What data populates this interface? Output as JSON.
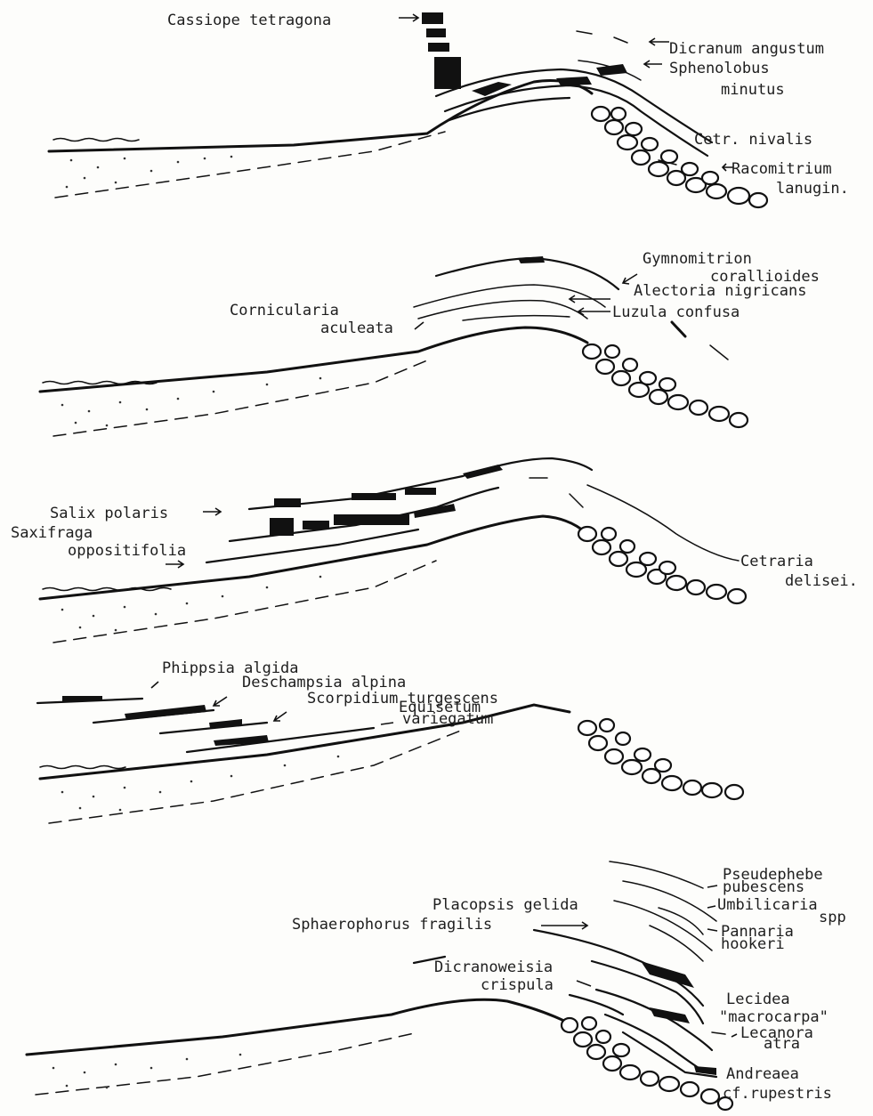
{
  "profiles": [
    {
      "id": "profile-1",
      "labels": [
        "Cassiope tetragona",
        "Dicranum angustum",
        "Sphenolobus",
        "minutus",
        "Cetr. nivalis",
        "Racomitrium",
        "lanugin."
      ]
    },
    {
      "id": "profile-2",
      "labels": [
        "Gymnomitrion",
        "corallioides",
        "Alectoria nigricans",
        "Cornicularia",
        "aculeata",
        "Luzula confusa"
      ]
    },
    {
      "id": "profile-3",
      "labels": [
        "Salix polaris",
        "Saxifraga",
        "oppositifolia",
        "Cetraria",
        "delisei."
      ]
    },
    {
      "id": "profile-4",
      "labels": [
        "Phippsia algida",
        "Deschampsia alpina",
        "Scorpidium turgescens",
        "Equisetum",
        "variegatum"
      ]
    },
    {
      "id": "profile-5",
      "labels": [
        "Pseudephebe",
        "pubescens",
        "Umbilicaria",
        "spp",
        "Placopsis gelida",
        "Sphaerophorus fragilis",
        "Pannaria",
        "hookeri",
        "Dicranoweisia",
        "crispula",
        "Lecidea",
        "\"macrocarpa\"",
        "Lecanora",
        "atra",
        "Andreaea",
        "cf.rupestris"
      ]
    }
  ]
}
